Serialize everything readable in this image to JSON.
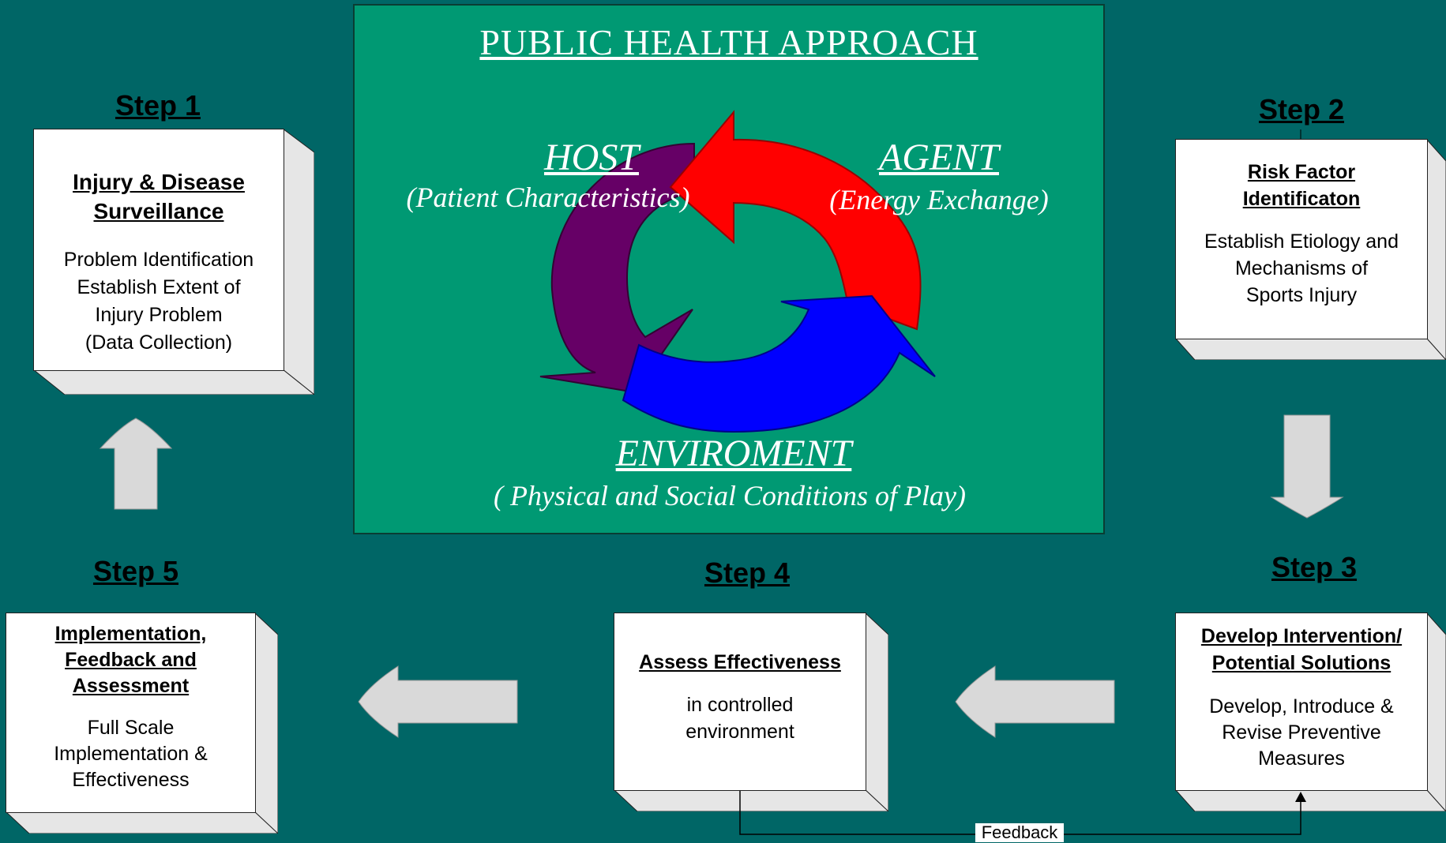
{
  "panel": {
    "title": "PUBLIC HEALTH APPROACH",
    "host_label": "HOST",
    "host_sub": "(Patient Characteristics)",
    "agent_label": "AGENT",
    "agent_sub": "(Energy Exchange)",
    "env_label": "ENVIROMENT",
    "env_sub": "( Physical and Social Conditions of Play)"
  },
  "steps": {
    "s1": {
      "title": "Step 1",
      "head": [
        "Injury & Disease",
        "Surveillance"
      ],
      "body": [
        "Problem Identification",
        "Establish Extent of",
        "Injury Problem",
        "(Data Collection)"
      ]
    },
    "s2": {
      "title": "Step 2",
      "head": [
        "Risk Factor",
        "Identificaton"
      ],
      "body": [
        "Establish Etiology and",
        "Mechanisms of",
        "Sports Injury"
      ]
    },
    "s3": {
      "title": "Step 3",
      "head": [
        "Develop Intervention/",
        "Potential Solutions"
      ],
      "body": [
        "Develop, Introduce &",
        "Revise Preventive",
        "Measures"
      ]
    },
    "s4": {
      "title": "Step 4",
      "head": [
        "Assess Effectiveness"
      ],
      "body": [
        "in controlled",
        "environment"
      ]
    },
    "s5": {
      "title": "Step 5",
      "head": [
        "Implementation,",
        "Feedback and",
        "Assessment"
      ],
      "body": [
        "Full Scale",
        "Implementation &",
        "Effectiveness"
      ]
    }
  },
  "feedback_label": "Feedback",
  "colors": {
    "background": "#006666",
    "panel": "#009973",
    "host_arrow": "#660066",
    "agent_arrow": "#ff0000",
    "env_arrow": "#0000ff",
    "flow_arrow": "#d9d9d9"
  }
}
